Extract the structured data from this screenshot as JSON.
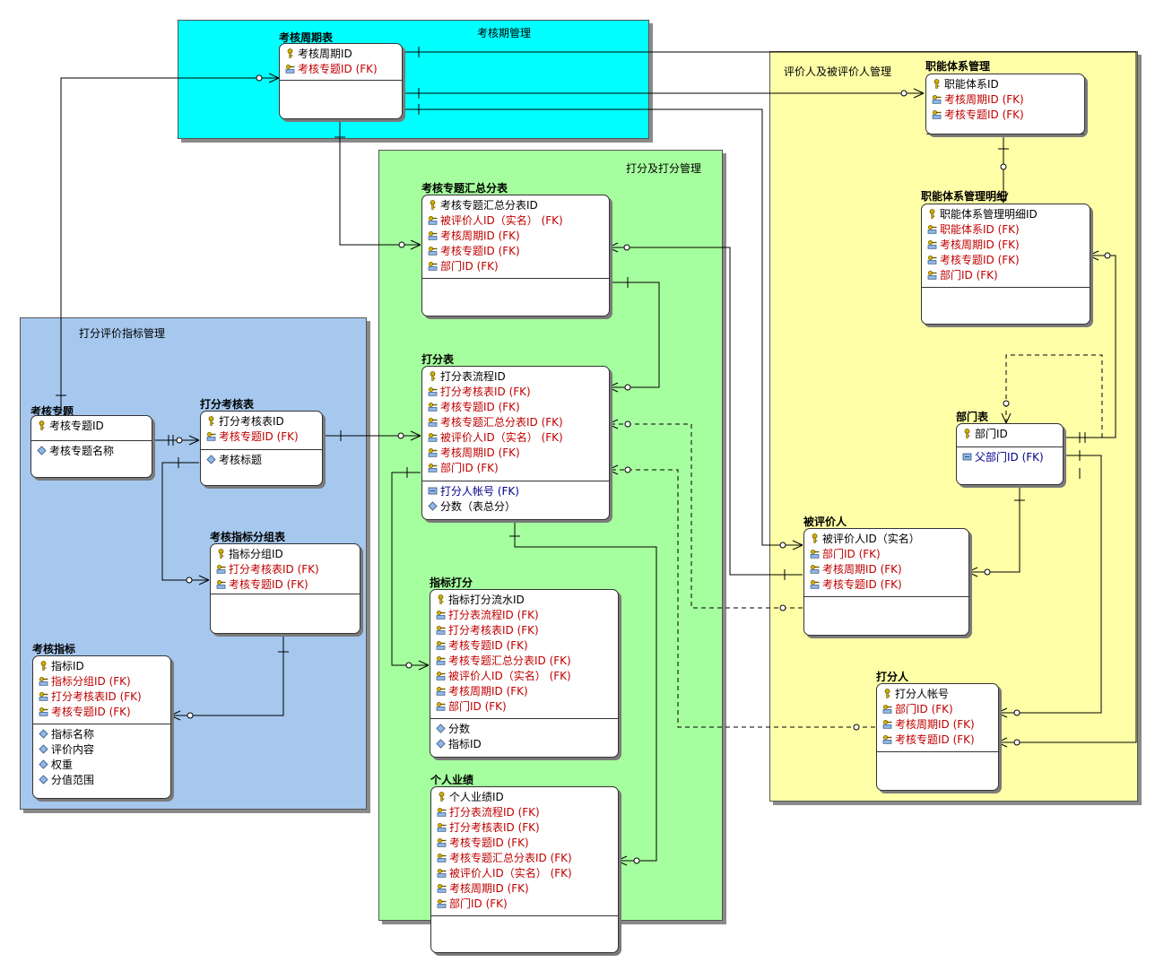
{
  "areas": {
    "cycle": "考核期管理",
    "score": "打分及打分管理",
    "index": "打分评价指标管理",
    "people": "评价人及被评价人管理"
  },
  "entities": [
    {
      "key": "kaohezhouqi",
      "title": "考核周期表",
      "pk": [
        {
          "label": "考核周期ID",
          "kind": "pk"
        },
        {
          "label": "考核专题ID (FK)",
          "kind": "pkfk"
        }
      ],
      "attrs": []
    },
    {
      "key": "zhuanti",
      "title": "考核专题",
      "pk": [
        {
          "label": "考核专题ID",
          "kind": "pk"
        }
      ],
      "attrs": [
        {
          "label": "考核专题名称",
          "kind": "attr"
        }
      ]
    },
    {
      "key": "dafenkaohe",
      "title": "打分考核表",
      "pk": [
        {
          "label": "打分考核表ID",
          "kind": "pk"
        },
        {
          "label": "考核专题ID (FK)",
          "kind": "pkfk"
        }
      ],
      "attrs": [
        {
          "label": "考核标题",
          "kind": "attr"
        }
      ]
    },
    {
      "key": "fenzu",
      "title": "考核指标分组表",
      "pk": [
        {
          "label": "指标分组ID",
          "kind": "pk"
        },
        {
          "label": "打分考核表ID (FK)",
          "kind": "pkfk"
        },
        {
          "label": "考核专题ID (FK)",
          "kind": "pkfk"
        }
      ],
      "attrs": []
    },
    {
      "key": "zhibiao",
      "title": "考核指标",
      "pk": [
        {
          "label": "指标ID",
          "kind": "pk"
        },
        {
          "label": "指标分组ID (FK)",
          "kind": "pkfk"
        },
        {
          "label": "打分考核表ID (FK)",
          "kind": "pkfk"
        },
        {
          "label": "考核专题ID (FK)",
          "kind": "pkfk"
        }
      ],
      "attrs": [
        {
          "label": "指标名称",
          "kind": "attr"
        },
        {
          "label": "评价内容",
          "kind": "attr"
        },
        {
          "label": "权重",
          "kind": "attr"
        },
        {
          "label": "分值范围",
          "kind": "attr"
        }
      ]
    },
    {
      "key": "huizong",
      "title": "考核专题汇总分表",
      "pk": [
        {
          "label": "考核专题汇总分表ID",
          "kind": "pk"
        },
        {
          "label": "被评价人ID（实名） (FK)",
          "kind": "pkfk"
        },
        {
          "label": "考核周期ID (FK)",
          "kind": "pkfk"
        },
        {
          "label": "考核专题ID (FK)",
          "kind": "pkfk"
        },
        {
          "label": "部门ID (FK)",
          "kind": "pkfk"
        }
      ],
      "attrs": []
    },
    {
      "key": "dafenbiao",
      "title": "打分表",
      "pk": [
        {
          "label": "打分表流程ID",
          "kind": "pk"
        },
        {
          "label": "打分考核表ID (FK)",
          "kind": "pkfk"
        },
        {
          "label": "考核专题ID (FK)",
          "kind": "pkfk"
        },
        {
          "label": "考核专题汇总分表ID (FK)",
          "kind": "pkfk"
        },
        {
          "label": "被评价人ID（实名） (FK)",
          "kind": "pkfk"
        },
        {
          "label": "考核周期ID (FK)",
          "kind": "pkfk"
        },
        {
          "label": "部门ID (FK)",
          "kind": "pkfk"
        }
      ],
      "attrs": [
        {
          "label": "打分人帐号 (FK)",
          "kind": "nfk"
        },
        {
          "label": "分数（表总分）",
          "kind": "attr"
        }
      ]
    },
    {
      "key": "zhibiaodafen",
      "title": "指标打分",
      "pk": [
        {
          "label": "指标打分流水ID",
          "kind": "pk"
        },
        {
          "label": "打分表流程ID (FK)",
          "kind": "pkfk"
        },
        {
          "label": "打分考核表ID (FK)",
          "kind": "pkfk"
        },
        {
          "label": "考核专题ID (FK)",
          "kind": "pkfk"
        },
        {
          "label": "考核专题汇总分表ID (FK)",
          "kind": "pkfk"
        },
        {
          "label": "被评价人ID（实名） (FK)",
          "kind": "pkfk"
        },
        {
          "label": "考核周期ID (FK)",
          "kind": "pkfk"
        },
        {
          "label": "部门ID (FK)",
          "kind": "pkfk"
        }
      ],
      "attrs": [
        {
          "label": "分数",
          "kind": "attr"
        },
        {
          "label": "指标ID",
          "kind": "attr"
        }
      ]
    },
    {
      "key": "geren",
      "title": "个人业绩",
      "pk": [
        {
          "label": "个人业绩ID",
          "kind": "pk"
        },
        {
          "label": "打分表流程ID (FK)",
          "kind": "pkfk"
        },
        {
          "label": "打分考核表ID (FK)",
          "kind": "pkfk"
        },
        {
          "label": "考核专题ID (FK)",
          "kind": "pkfk"
        },
        {
          "label": "考核专题汇总分表ID (FK)",
          "kind": "pkfk"
        },
        {
          "label": "被评价人ID（实名） (FK)",
          "kind": "pkfk"
        },
        {
          "label": "考核周期ID (FK)",
          "kind": "pkfk"
        },
        {
          "label": "部门ID (FK)",
          "kind": "pkfk"
        }
      ],
      "attrs": []
    },
    {
      "key": "zhineng",
      "title": "职能体系管理",
      "pk": [
        {
          "label": "职能体系ID",
          "kind": "pk"
        },
        {
          "label": "考核周期ID (FK)",
          "kind": "pkfk"
        },
        {
          "label": "考核专题ID (FK)",
          "kind": "pkfk"
        }
      ],
      "attrs": []
    },
    {
      "key": "zhinengmx",
      "title": "职能体系管理明细",
      "pk": [
        {
          "label": "职能体系管理明细ID",
          "kind": "pk"
        },
        {
          "label": "职能体系ID (FK)",
          "kind": "pkfk"
        },
        {
          "label": "考核周期ID (FK)",
          "kind": "pkfk"
        },
        {
          "label": "考核专题ID (FK)",
          "kind": "pkfk"
        },
        {
          "label": "部门ID (FK)",
          "kind": "pkfk"
        }
      ],
      "attrs": []
    },
    {
      "key": "bumen",
      "title": "部门表",
      "pk": [
        {
          "label": "部门ID",
          "kind": "pk"
        }
      ],
      "attrs": [
        {
          "label": "父部门ID (FK)",
          "kind": "nfk"
        }
      ]
    },
    {
      "key": "beipingjia",
      "title": "被评价人",
      "pk": [
        {
          "label": "被评价人ID（实名）",
          "kind": "pk"
        },
        {
          "label": "部门ID (FK)",
          "kind": "pkfk"
        },
        {
          "label": "考核周期ID (FK)",
          "kind": "pkfk"
        },
        {
          "label": "考核专题ID (FK)",
          "kind": "pkfk"
        }
      ],
      "attrs": []
    },
    {
      "key": "dafenren",
      "title": "打分人",
      "pk": [
        {
          "label": "打分人帐号",
          "kind": "pk"
        },
        {
          "label": "部门ID (FK)",
          "kind": "pkfk"
        },
        {
          "label": "考核周期ID (FK)",
          "kind": "pkfk"
        },
        {
          "label": "考核专题ID (FK)",
          "kind": "pkfk"
        }
      ],
      "attrs": []
    }
  ]
}
